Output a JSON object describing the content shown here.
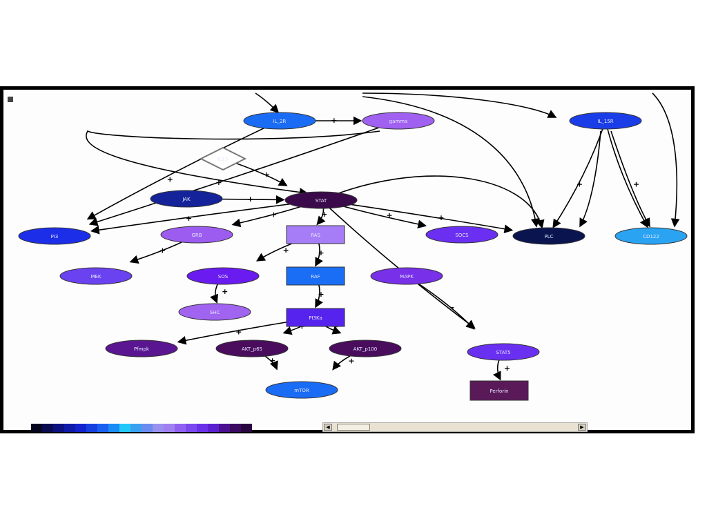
{
  "colors": {
    "frame": "#000000",
    "background": "#fdfdfd",
    "edge": "#000000"
  },
  "nodes": [
    {
      "id": "n1",
      "label": "IL_2R",
      "shape": "ellipse",
      "color": "#1a6cf5"
    },
    {
      "id": "n2",
      "label": "gamma",
      "shape": "ellipse",
      "color": "#a060f0"
    },
    {
      "id": "n3",
      "label": "IL_15R",
      "shape": "ellipse",
      "color": "#1b3de8"
    },
    {
      "id": "n4",
      "label": "IL15",
      "shape": "diamond",
      "color": "#ffffff"
    },
    {
      "id": "n5",
      "label": "JAK",
      "shape": "ellipse",
      "color": "#14239a"
    },
    {
      "id": "n6",
      "label": "STAT",
      "shape": "ellipse",
      "color": "#3b0a4a"
    },
    {
      "id": "n7",
      "label": "PI3",
      "shape": "ellipse",
      "color": "#1c2ee8"
    },
    {
      "id": "n8",
      "label": "GRB",
      "shape": "ellipse",
      "color": "#9c5cf0"
    },
    {
      "id": "n9",
      "label": "RAS",
      "shape": "rect",
      "color": "#a77cf7"
    },
    {
      "id": "n10",
      "label": "SOCS",
      "shape": "ellipse",
      "color": "#6a2ff0"
    },
    {
      "id": "n11",
      "label": "PLC",
      "shape": "ellipse",
      "color": "#0a1550"
    },
    {
      "id": "n12",
      "label": "CD122",
      "shape": "ellipse",
      "color": "#2aa3f2"
    },
    {
      "id": "n13",
      "label": "MEK",
      "shape": "ellipse",
      "color": "#6a42f0"
    },
    {
      "id": "n14",
      "label": "SOS",
      "shape": "ellipse",
      "color": "#6a1cf0"
    },
    {
      "id": "n15",
      "label": "RAF",
      "shape": "rect",
      "color": "#1a6ef5"
    },
    {
      "id": "n16",
      "label": "MAPK",
      "shape": "ellipse",
      "color": "#7830e8"
    },
    {
      "id": "n17",
      "label": "SHC",
      "shape": "ellipse",
      "color": "#a064f0"
    },
    {
      "id": "n18",
      "label": "PI3Ka",
      "shape": "rect",
      "color": "#5522ee"
    },
    {
      "id": "n19",
      "label": "Pfmpk",
      "shape": "ellipse",
      "color": "#5a1690"
    },
    {
      "id": "n20",
      "label": "AKT_p65",
      "shape": "ellipse",
      "color": "#4a0d5e"
    },
    {
      "id": "n21",
      "label": "AKT_p100",
      "shape": "ellipse",
      "color": "#4a0d5e"
    },
    {
      "id": "n22",
      "label": "STAT5",
      "shape": "ellipse",
      "color": "#6a30f2"
    },
    {
      "id": "n23",
      "label": "mTOR",
      "shape": "ellipse",
      "color": "#1a6cf5"
    },
    {
      "id": "n24",
      "label": "Perforin",
      "shape": "rect",
      "color": "#5a1a5a"
    }
  ],
  "edges": [
    {
      "from": "n1",
      "to": "n2",
      "sign": "+"
    },
    {
      "from": "n4",
      "to": "n6",
      "sign": "+"
    },
    {
      "from": "n1",
      "to": "n7",
      "sign": "+"
    },
    {
      "from": "n2",
      "to": "n7",
      "sign": "+"
    },
    {
      "from": "n6",
      "to": "n7",
      "sign": "+"
    },
    {
      "from": "n6",
      "to": "n8",
      "sign": "+"
    },
    {
      "from": "n5",
      "to": "n6",
      "sign": "+"
    },
    {
      "from": "n6",
      "to": "n9",
      "sign": "+"
    },
    {
      "from": "n6",
      "to": "n10",
      "sign": "+"
    },
    {
      "from": "n6",
      "to": "n11",
      "sign": "+"
    },
    {
      "from": "n6",
      "to": "n22",
      "sign": "+"
    },
    {
      "from": "n3",
      "to": "n11",
      "sign": "+"
    },
    {
      "from": "n3",
      "to": "n12",
      "sign": "+"
    },
    {
      "from": "n8",
      "to": "n13",
      "sign": "+"
    },
    {
      "from": "n9",
      "to": "n14",
      "sign": "+"
    },
    {
      "from": "n9",
      "to": "n15",
      "sign": "+"
    },
    {
      "from": "n14",
      "to": "n17",
      "sign": "+"
    },
    {
      "from": "n15",
      "to": "n18",
      "sign": "+"
    },
    {
      "from": "n18",
      "to": "n19",
      "sign": "+"
    },
    {
      "from": "n18",
      "to": "n20",
      "sign": "+"
    },
    {
      "from": "n18",
      "to": "n21",
      "sign": "+"
    },
    {
      "from": "n20",
      "to": "n23",
      "sign": "+"
    },
    {
      "from": "n21",
      "to": "n23",
      "sign": "+"
    },
    {
      "from": "n16",
      "to": "n22",
      "sign": "-"
    },
    {
      "from": "n22",
      "to": "n24",
      "sign": "+"
    }
  ],
  "legend": {
    "min_label": "",
    "max_label": "",
    "gradient": [
      "#050520",
      "#0a0a50",
      "#0c1180",
      "#0f1aa8",
      "#1222cc",
      "#1540e0",
      "#1a60f0",
      "#1a8cf5",
      "#22c8f8",
      "#3aa0f0",
      "#6a8cf0",
      "#9a90f0",
      "#a080f0",
      "#9060f0",
      "#7a48ec",
      "#6a30e8",
      "#5a20d0",
      "#4a1090",
      "#3a0a60",
      "#2a0640"
    ]
  },
  "scrollbar": {
    "left_arrow": "◀",
    "right_arrow": "▶"
  }
}
